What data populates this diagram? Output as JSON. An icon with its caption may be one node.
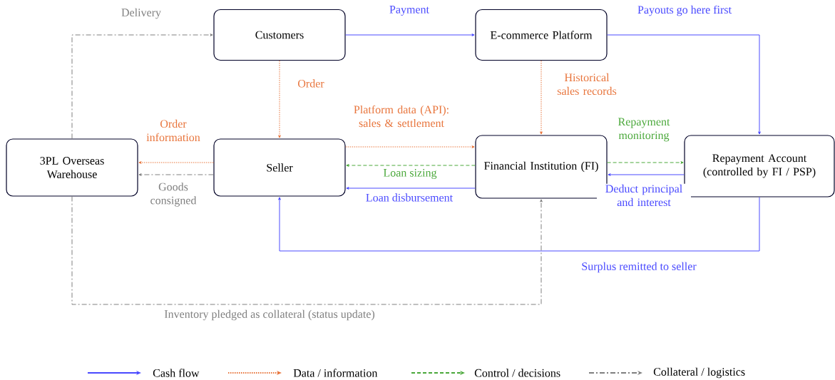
{
  "diagram": {
    "nodes": [
      {
        "text": [
          "Customers"
        ]
      },
      {
        "text": [
          "E-commerce Platform"
        ]
      },
      {
        "text": [
          "3PL Overseas Warehouse"
        ]
      },
      {
        "text": [
          "Seller"
        ]
      },
      {
        "text": [
          "Financial Institution (FI)"
        ]
      },
      {
        "text": [
          "Repayment Account (controlled by FI / PSP)"
        ]
      }
    ],
    "edges": [
      {
        "from": 2,
        "to": 0,
        "arrow": "to",
        "label": "Delivery",
        "style": "dashed",
        "color": "#7f7f7f"
      },
      {
        "from": 0,
        "to": 1,
        "arrow": "to",
        "label": "Payment"
      },
      {
        "from": 1,
        "to": 5,
        "arrow": "to",
        "label": "Payouts go here first"
      },
      {
        "from": 0,
        "to": 3,
        "arrow": "to",
        "label": "Order",
        "style": "dashed",
        "color": "#e8743b"
      },
      {
        "from": 1,
        "to": 4,
        "arrow": "to",
        "label": "Historical sales records",
        "style": "dashed",
        "color": "#e8743b"
      },
      {
        "from": 3,
        "to": 2,
        "arrow": "to",
        "label": "Order information",
        "style": "dashed",
        "color": "#e8743b"
      },
      {
        "from": 3,
        "to": 2,
        "arrow": "to",
        "label": "Goods consigned",
        "style": "dashed",
        "color": "#7f7f7f"
      },
      {
        "from": 3,
        "to": 4,
        "arrow": "to",
        "label": "Platform data (API): sales & settlement",
        "style": "dashed",
        "color": "#e8743b"
      },
      {
        "from": 4,
        "to": 3,
        "arrow": "to",
        "label": "Loan sizing",
        "style": "dashed",
        "color": "#4aa83a"
      },
      {
        "from": 4,
        "to": 3,
        "arrow": "to",
        "label": "Loan disbursement"
      },
      {
        "from": 4,
        "to": 5,
        "arrow": "to",
        "label": "Repayment monitoring",
        "style": "dashed",
        "color": "#4aa83a"
      },
      {
        "from": 5,
        "to": 4,
        "arrow": "to",
        "label": "Deduct principal and interest"
      },
      {
        "from": 5,
        "to": 3,
        "arrow": "to",
        "label": "Surplus remitted to seller"
      },
      {
        "from": 2,
        "to": 4,
        "arrow": "to",
        "label": "Inventory pledged as collateral (status update)",
        "style": "dashed",
        "color": "#7f7f7f"
      }
    ],
    "legend": [
      {
        "text": "Cash flow",
        "color": "#4a4aff"
      },
      {
        "text": "Data / information",
        "color": "#e8743b"
      },
      {
        "text": "Control / decisions",
        "color": "#4aa83a"
      },
      {
        "text": "Collateral / logistics",
        "color": "#7f7f7f"
      }
    ]
  }
}
